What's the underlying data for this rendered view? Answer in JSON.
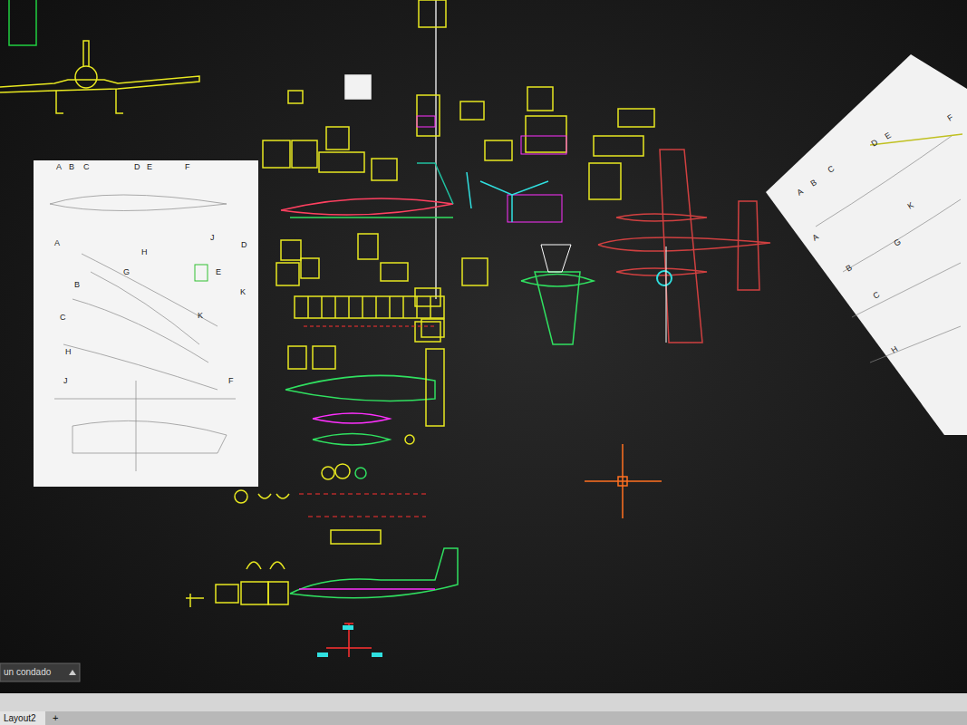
{
  "diagram": {
    "labels": [
      "A",
      "B",
      "C",
      "D",
      "E",
      "F",
      "A",
      "J",
      "D",
      "H",
      "B",
      "G",
      "E",
      "K",
      "C",
      "K",
      "H",
      "J",
      "F",
      "A",
      "B",
      "C",
      "D",
      "E",
      "F",
      "A",
      "K",
      "B",
      "G",
      "C",
      "H",
      "un condado",
      "Layout2",
      "+"
    ]
  }
}
